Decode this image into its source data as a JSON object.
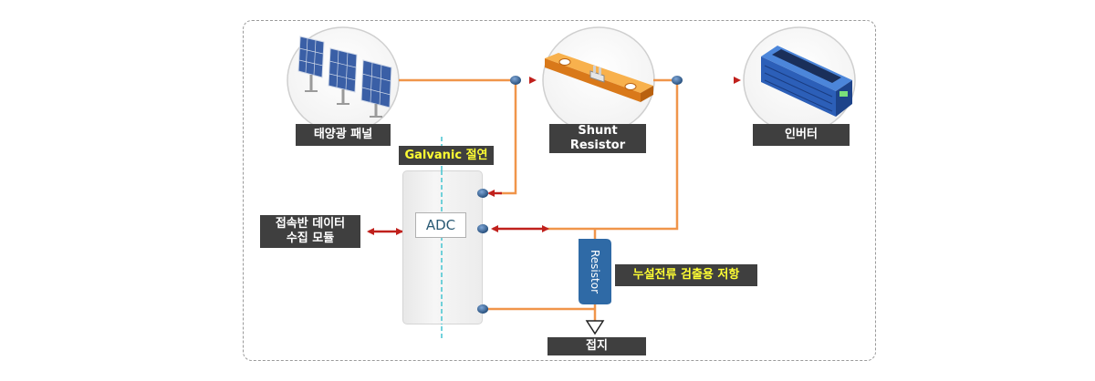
{
  "labels": {
    "solar_panel": "태양광 패널",
    "shunt_line1": "Shunt",
    "shunt_line2": "Resistor",
    "inverter": "인버터",
    "galvanic": "Galvanic 절연",
    "data_module_line1": "접속반 데이터",
    "data_module_line2": "수집 모듈",
    "adc": "ADC",
    "resistor": "Resistor",
    "leak_resistor": "누설전류 검출용 저항",
    "ground": "접지"
  },
  "colors": {
    "wire": "#f0954a",
    "arrow": "#c0201c",
    "node": "#2f5f8f",
    "label_bg": "#3f3f3f",
    "label_yellow": "#ffff33",
    "isolation_line": "#44c4d0",
    "resistor_body": "#2f6aa6",
    "shunt_body": "#f39a2c",
    "inverter_body": "#2c5fb8"
  },
  "icons": {
    "solar": "solar-panel-icon",
    "shunt": "shunt-resistor-icon",
    "inverter": "inverter-icon",
    "ground": "ground-symbol-icon"
  }
}
